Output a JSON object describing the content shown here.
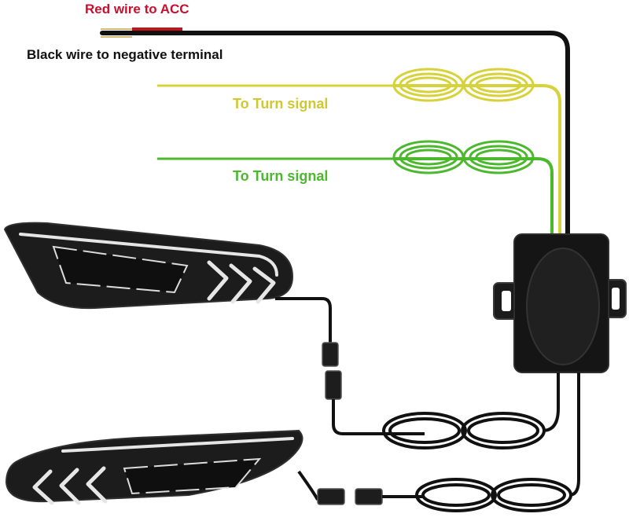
{
  "labels": {
    "red_wire": "Red wire to ACC",
    "black_wire": "Black wire to negative terminal",
    "yellow_wire": "To Turn signal",
    "green_wire": "To Turn signal"
  },
  "colors": {
    "red_label": "#c8102e",
    "black_label": "#111111",
    "yellow": "#d8d23a",
    "green": "#4cb82e",
    "black_wire": "#111111",
    "red_wire": "#c0141c",
    "lamp_body": "#1c1c1c",
    "lamp_light": "#e6e6e6",
    "box": "#151515"
  },
  "icons": {
    "upper_lamp": "led-turn-signal-lamp-icon",
    "lower_lamp": "led-turn-signal-lamp-icon",
    "control_box": "control-module-icon",
    "connectors": "plug-connector-icon"
  }
}
